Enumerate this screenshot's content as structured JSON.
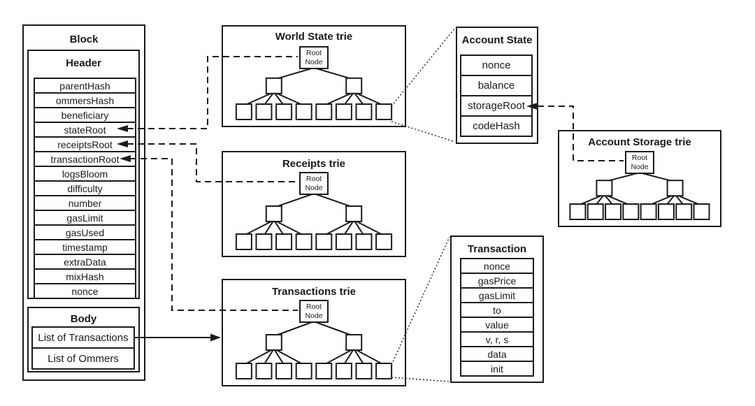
{
  "block": {
    "title": "Block",
    "header": {
      "title": "Header",
      "fields": [
        "parentHash",
        "ommersHash",
        "beneficiary",
        "stateRoot",
        "receiptsRoot",
        "transactionRoot",
        "logsBloom",
        "difficulty",
        "number",
        "gasLimit",
        "gasUsed",
        "timestamp",
        "extraData",
        "mixHash",
        "nonce"
      ]
    },
    "body": {
      "title": "Body",
      "items": [
        "List of Transactions",
        "List of Ommers"
      ]
    }
  },
  "tries": {
    "world_state": {
      "title": "World State trie",
      "root_label": "Root Node"
    },
    "receipts": {
      "title": "Receipts trie",
      "root_label": "Root Node"
    },
    "transactions": {
      "title": "Transactions trie",
      "root_label": "Root Node"
    },
    "account_storage": {
      "title": "Account Storage trie",
      "root_label": "Root Node"
    }
  },
  "account_state": {
    "title": "Account State",
    "fields": [
      "nonce",
      "balance",
      "storageRoot",
      "codeHash"
    ]
  },
  "transaction": {
    "title": "Transaction",
    "fields": [
      "nonce",
      "gasPrice",
      "gasLimit",
      "to",
      "value",
      "v, r, s",
      "data",
      "init"
    ]
  },
  "connections": {
    "state_root_link": "stateRoot to World State trie root",
    "receipts_root_link": "receiptsRoot to Receipts trie root",
    "transaction_root_link": "transactionRoot to Transactions trie root",
    "transactions_list_link": "List of Transactions to Transactions trie",
    "storage_root_link": "Account Storage trie root to storageRoot",
    "world_leaf_to_account_state": "World State trie leaf expands to Account State",
    "transactions_leaf_to_transaction": "Transactions trie leaf expands to Transaction"
  },
  "colors": {
    "line": "#1b1b1b",
    "background": "#ffffff"
  }
}
